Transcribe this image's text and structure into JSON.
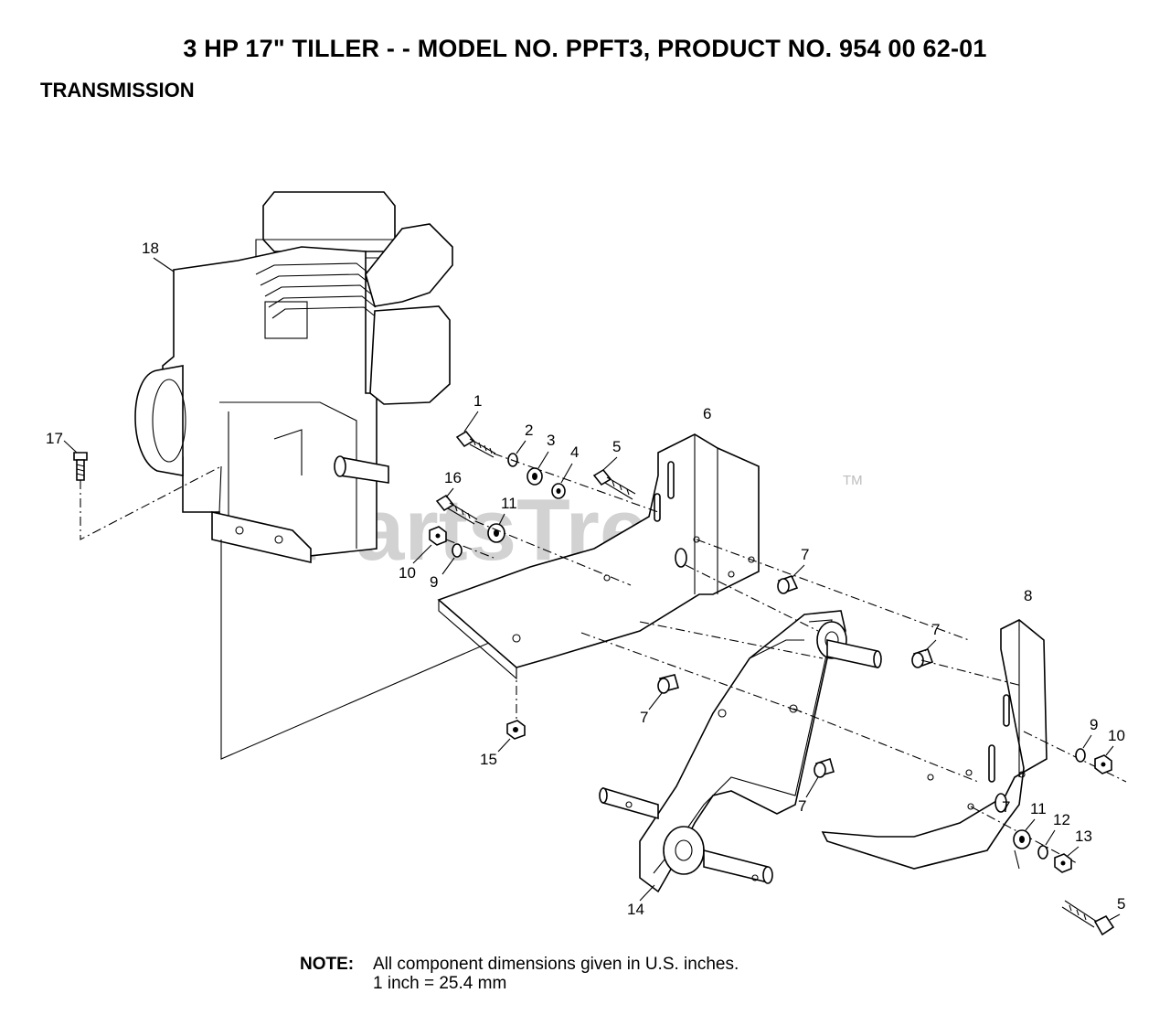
{
  "header": {
    "title": "3 HP  17\" TILLER - - MODEL NO. PPFT3, PRODUCT NO. 954 00 62-01",
    "section": "TRANSMISSION"
  },
  "watermark": {
    "text": "PartsTree",
    "trademark": "TM"
  },
  "callouts": {
    "c1": "1",
    "c2": "2",
    "c3": "3",
    "c4": "4",
    "c5a": "5",
    "c5b": "5",
    "c6": "6",
    "c7a": "7",
    "c7b": "7",
    "c7c": "7",
    "c7d": "7",
    "c7e": "7",
    "c8": "8",
    "c9a": "9",
    "c9b": "9",
    "c10a": "10",
    "c10b": "10",
    "c11a": "11",
    "c11b": "11",
    "c12": "12",
    "c13": "13",
    "c14": "14",
    "c15": "15",
    "c16": "16",
    "c17": "17",
    "c18": "18"
  },
  "note": {
    "label": "NOTE:",
    "line1": "All component dimensions given in U.S. inches.",
    "line2": "1 inch = 25.4 mm"
  }
}
